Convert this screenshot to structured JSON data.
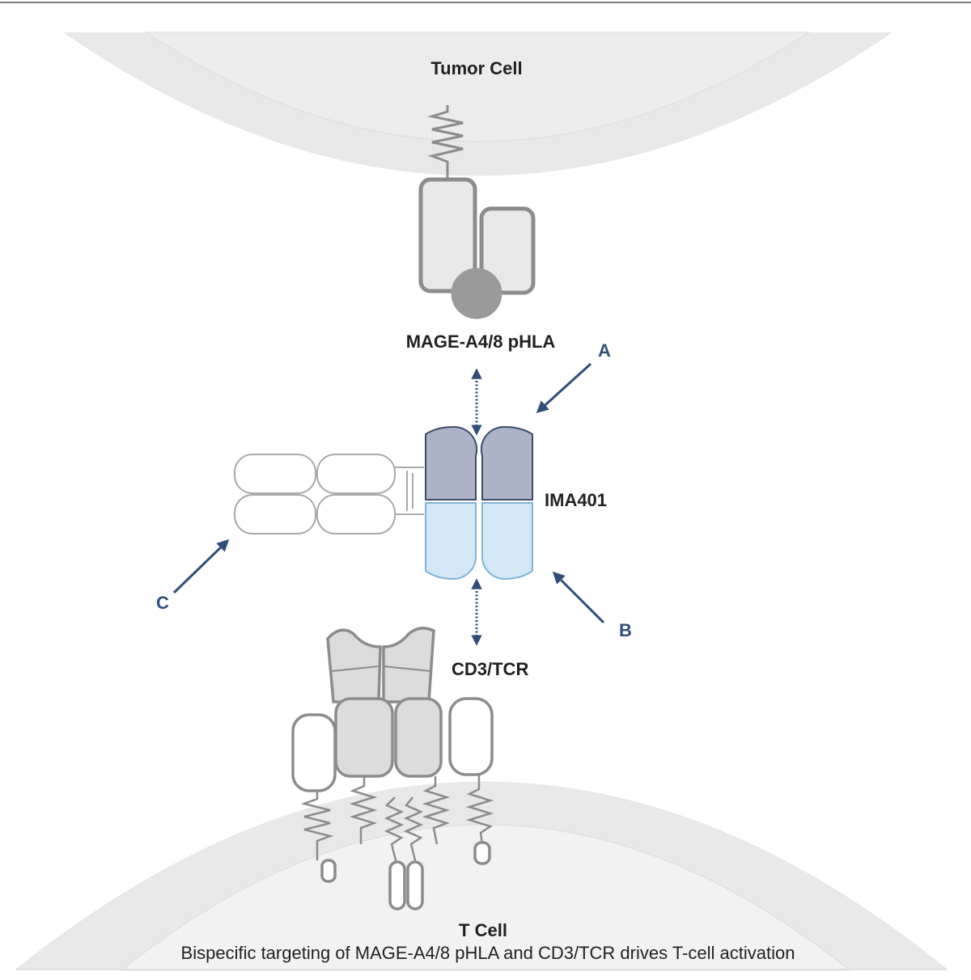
{
  "labels": {
    "tumor_cell": "Tumor Cell",
    "pmhc": "MAGE-A4/8 pHLA",
    "molecule": "IMA401",
    "tcr": "CD3/TCR",
    "t_cell": "T Cell",
    "caption": "Bispecific targeting of MAGE-A4/8 pHLA and CD3/TCR drives T-cell activation"
  },
  "callouts": {
    "a": "A",
    "b": "B",
    "c": "C"
  },
  "colors": {
    "membrane": "#e8e8e8",
    "outline_gray": "#8c8c8c",
    "navy_arrow": "#2f4f7a",
    "tcr_binding_dark": "#acb3c6",
    "cd3_binding_light": "#d3e8f6",
    "cd3_binding_outline": "#7fb4d8",
    "peptide": "#9a9a9a"
  }
}
